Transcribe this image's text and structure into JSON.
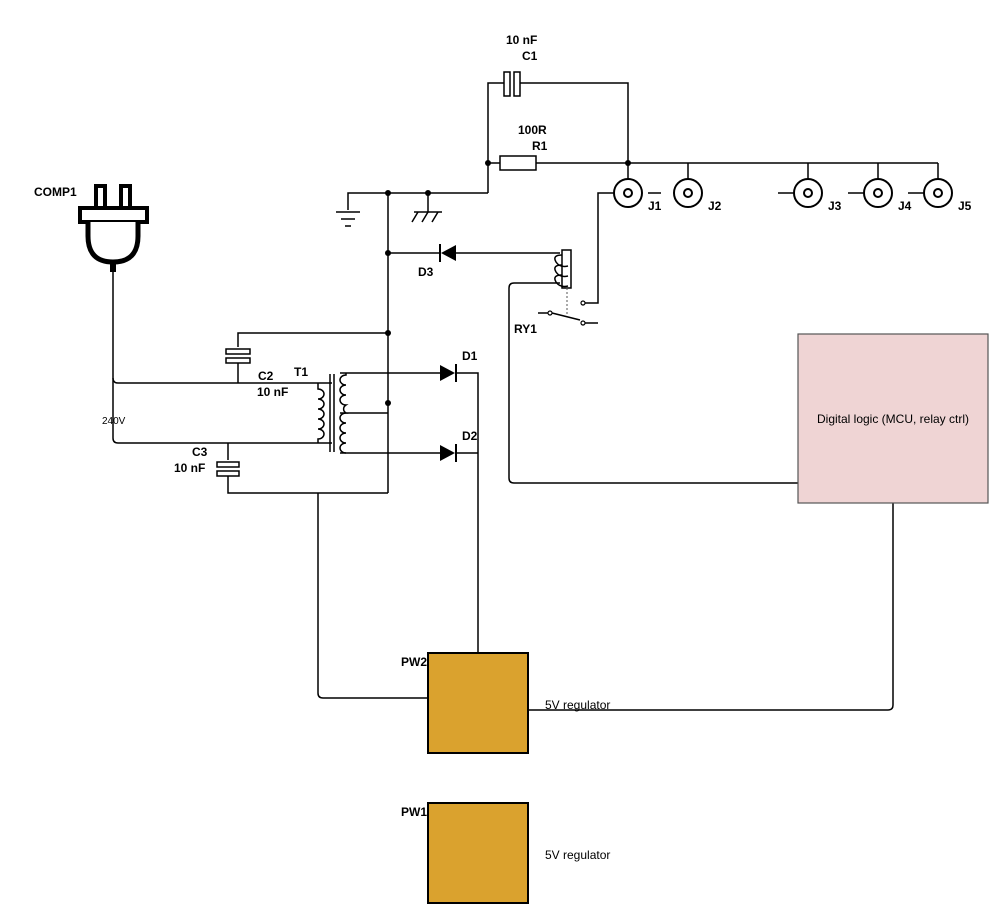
{
  "components": {
    "plug": {
      "ref": "COMP1"
    },
    "mains": {
      "label": "240V"
    },
    "c1": {
      "ref": "C1",
      "value": "10 nF"
    },
    "c2": {
      "ref": "C2",
      "value": "10 nF"
    },
    "c3": {
      "ref": "C3",
      "value": "10 nF"
    },
    "r1": {
      "ref": "R1",
      "value": "100R"
    },
    "t1": {
      "ref": "T1"
    },
    "d1": {
      "ref": "D1"
    },
    "d2": {
      "ref": "D2"
    },
    "d3": {
      "ref": "D3"
    },
    "ry1": {
      "ref": "RY1"
    },
    "jacks": [
      {
        "ref": "J1"
      },
      {
        "ref": "J2"
      },
      {
        "ref": "J3"
      },
      {
        "ref": "J4"
      },
      {
        "ref": "J5"
      }
    ],
    "pw2": {
      "ref": "PW2",
      "label": "5V regulator",
      "color": "#DAA22E"
    },
    "pw1": {
      "ref": "PW1",
      "label": "5V regulator",
      "color": "#DAA22E"
    },
    "logic": {
      "label": "Digital logic (MCU, relay ctrl)",
      "color": "#EFD4D4"
    }
  }
}
